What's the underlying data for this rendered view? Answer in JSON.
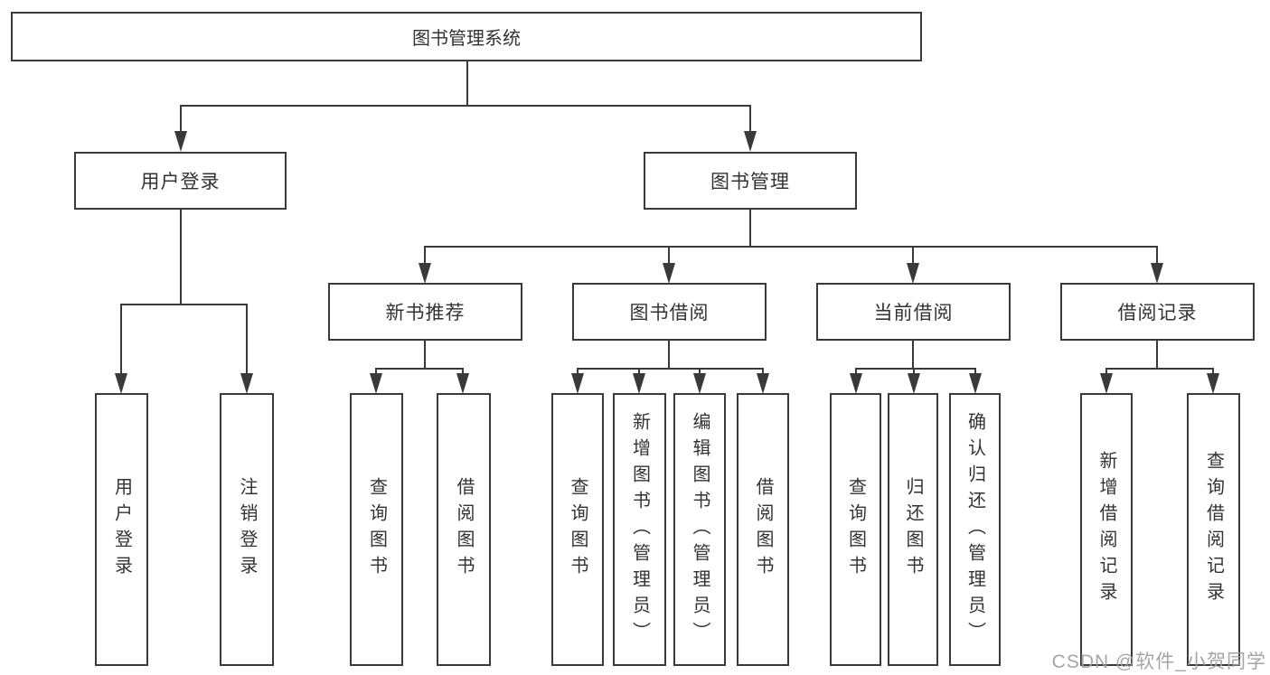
{
  "colors": {
    "line": "#3a3a3a",
    "text": "#333333",
    "background": "#ffffff",
    "box_bg": "#ffffff",
    "watermark": "#9e9e9e"
  },
  "tree": {
    "root": {
      "label": "图书管理系统"
    },
    "children": [
      {
        "label": "用户登录",
        "children": [
          {
            "label": "用户登录"
          },
          {
            "label": "注销登录"
          }
        ]
      },
      {
        "label": "图书管理",
        "children": [
          {
            "label": "新书推荐",
            "children": [
              {
                "label": "查询图书"
              },
              {
                "label": "借阅图书"
              }
            ]
          },
          {
            "label": "图书借阅",
            "children": [
              {
                "label": "查询图书"
              },
              {
                "label": "新增图书（管理员）"
              },
              {
                "label": "编辑图书（管理员）"
              },
              {
                "label": "借阅图书"
              }
            ]
          },
          {
            "label": "当前借阅",
            "children": [
              {
                "label": "查询图书"
              },
              {
                "label": "归还图书"
              },
              {
                "label": "确认归还（管理员）"
              }
            ]
          },
          {
            "label": "借阅记录",
            "children": [
              {
                "label": "新增借阅记录"
              },
              {
                "label": "查询借阅记录"
              }
            ]
          }
        ]
      }
    ]
  },
  "watermark": {
    "text": "CSDN @软件_小贺同学"
  }
}
